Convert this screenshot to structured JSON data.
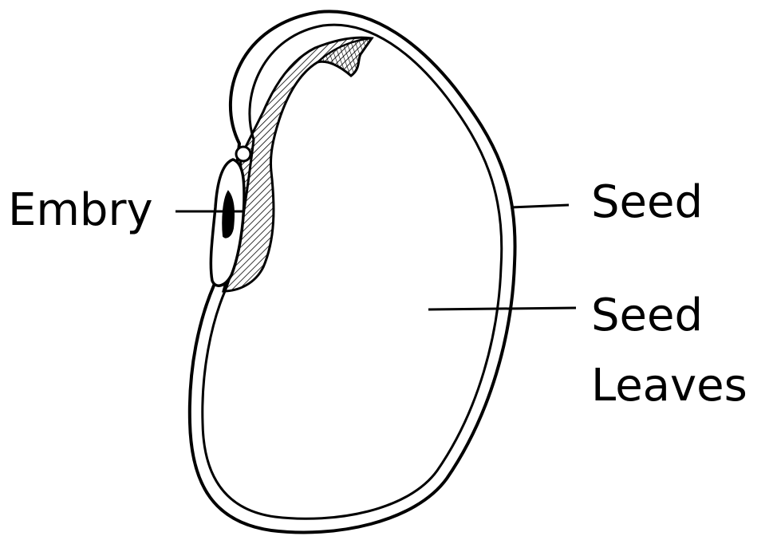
{
  "diagram": {
    "labels": {
      "embryo": "Embry",
      "seed_coat": "Seed",
      "seed_leaves_line1": "Seed",
      "seed_leaves_line2": "Leaves"
    },
    "colors": {
      "line": "#000000",
      "background": "#ffffff"
    }
  }
}
